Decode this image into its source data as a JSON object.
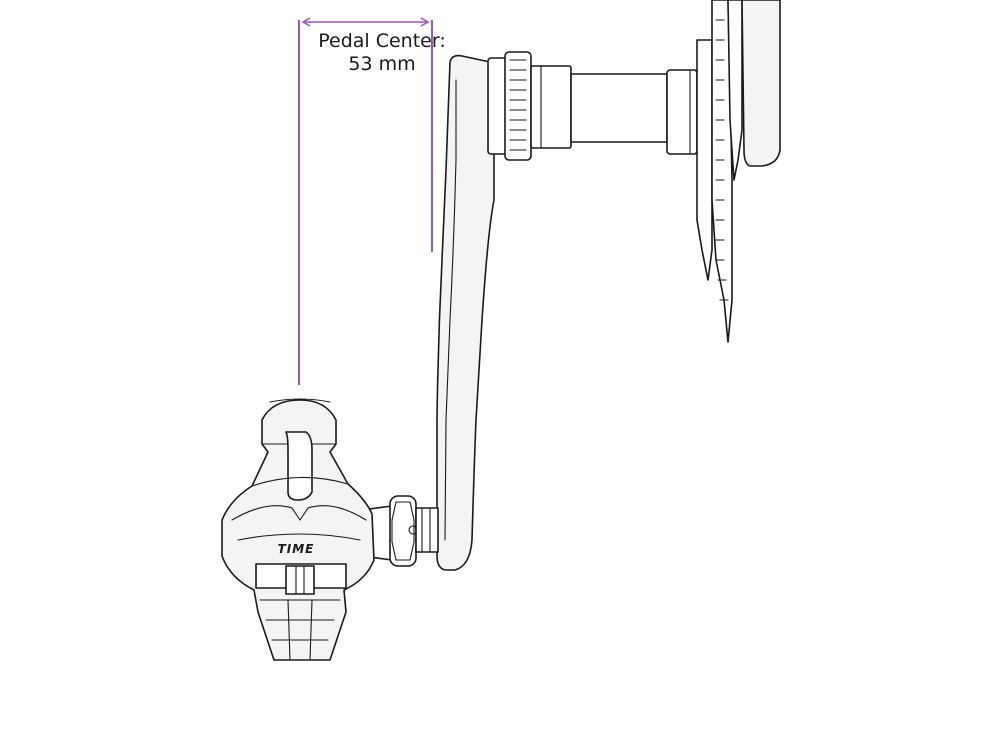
{
  "dimension": {
    "label_line1": "Pedal Center:",
    "label_line2": "53 mm",
    "color": "#9b59b6"
  },
  "pedal": {
    "brand_text": "TIME"
  },
  "colors": {
    "line": "#1a1a1a",
    "background": "#ffffff"
  }
}
